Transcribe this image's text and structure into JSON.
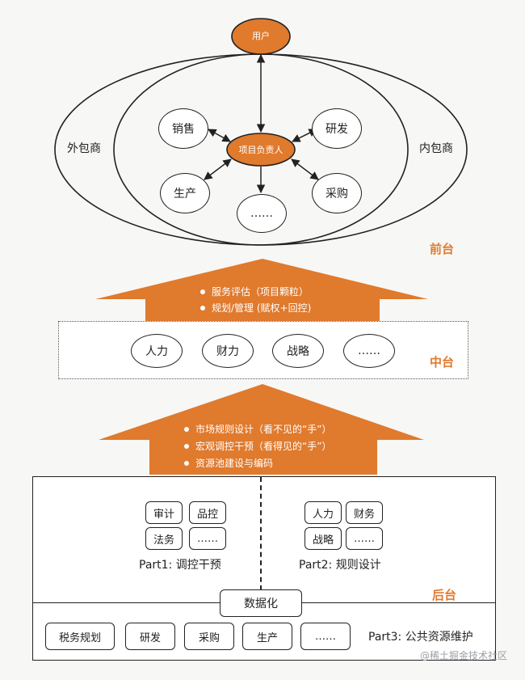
{
  "front": {
    "user": "用户",
    "pm": "项目负责人",
    "outsourcer": "外包商",
    "insourcer": "内包商",
    "sales": "销售",
    "rd": "研发",
    "production": "生产",
    "purchasing": "采购",
    "more": "……",
    "layer_label": "前台"
  },
  "middle": {
    "bullets": [
      "服务评估（项目颗粒）",
      "规划/管理 (赋权+回控)"
    ],
    "items": [
      "人力",
      "财力",
      "战略",
      "……"
    ],
    "layer_label": "中台"
  },
  "back": {
    "bullets": [
      "市场规则设计（看不见的“手”）",
      "宏观调控干预（看得见的“手”）",
      "资源池建设与编码"
    ],
    "part1": {
      "items": [
        "审计",
        "品控",
        "法务",
        "……"
      ],
      "title": "Part1: 调控干预"
    },
    "part2": {
      "items": [
        "人力",
        "财务",
        "战略",
        "……"
      ],
      "title": "Part2: 规则设计"
    },
    "digitize": "数据化",
    "part3": {
      "items": [
        "税务规划",
        "研发",
        "采购",
        "生产",
        "……"
      ],
      "title": "Part3: 公共资源维护"
    },
    "layer_label": "后台"
  },
  "watermark": "@稀土掘金技术社区",
  "colors": {
    "accent": "#e07a2d",
    "line": "#222222"
  }
}
